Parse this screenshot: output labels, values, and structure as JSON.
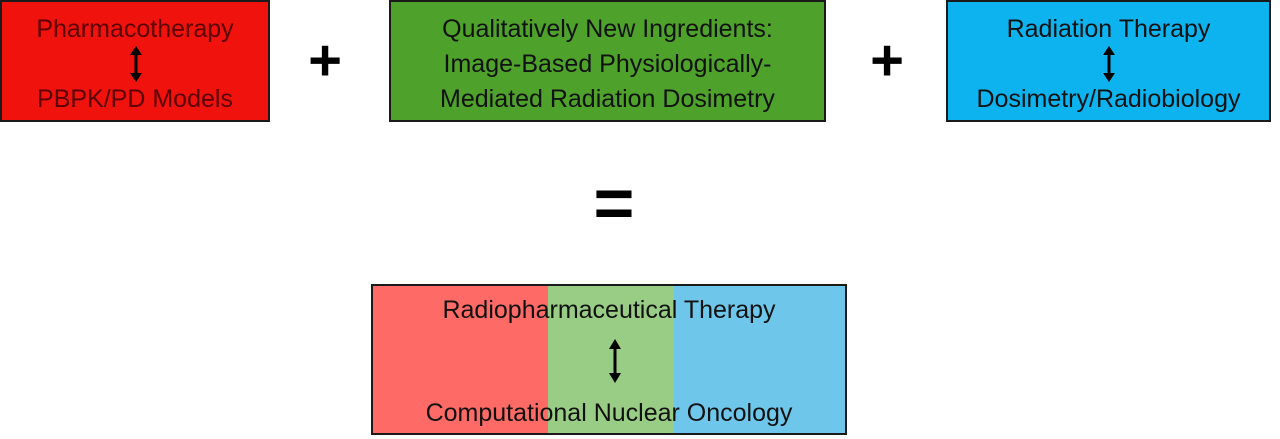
{
  "boxes": {
    "pharma": {
      "top": "Pharmacotherapy",
      "bottom": "PBPK/PD Models",
      "color": "#f0120c",
      "text_color": "#5a0000"
    },
    "ingredients": {
      "lines": [
        "Qualitatively New Ingredients:",
        "Image-Based Physiologically-",
        "Mediated Radiation Dosimetry"
      ],
      "color": "#4ea12b"
    },
    "radiation": {
      "top": "Radiation Therapy",
      "bottom": "Dosimetry/Radiobiology",
      "color": "#0db3ef"
    }
  },
  "operators": {
    "plus_1": "+",
    "plus_2": "+",
    "equals": "="
  },
  "result": {
    "top": "Radiopharmaceutical Therapy",
    "bottom": "Computational Nuclear Oncology",
    "band_colors": [
      "#fe6a66",
      "#99cc84",
      "#6ec7ea"
    ]
  }
}
